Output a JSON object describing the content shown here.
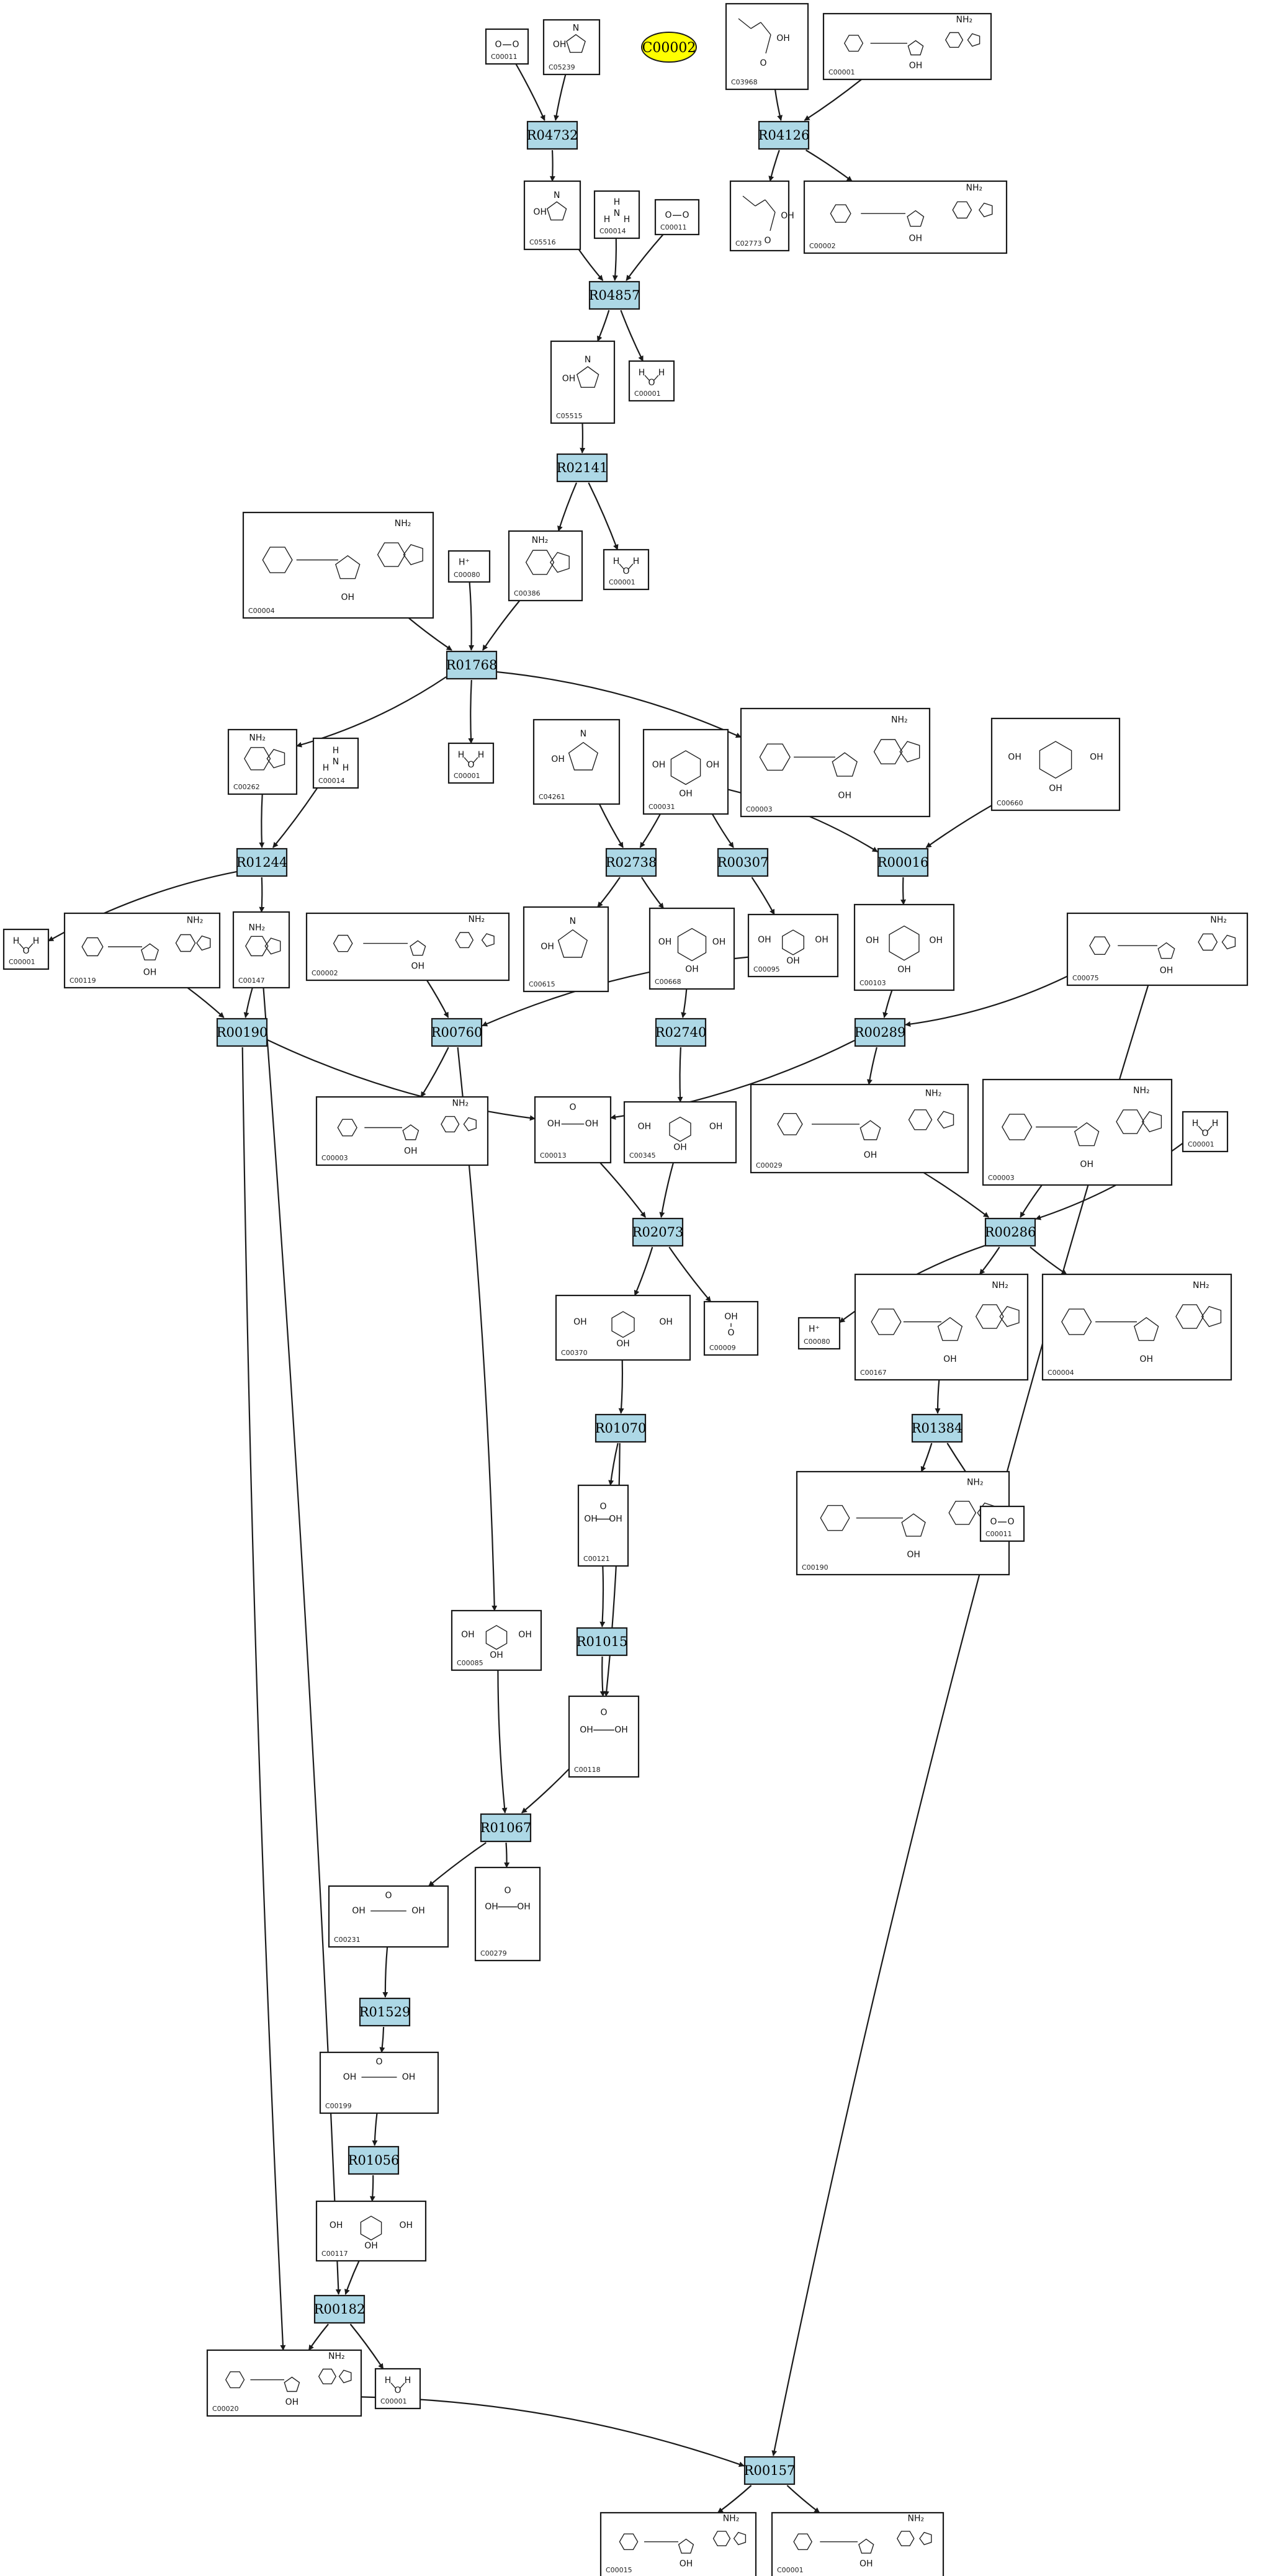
{
  "highlight": {
    "label": "C00002",
    "color": "#ffff00"
  },
  "colors": {
    "reaction_fill": "#add8e6",
    "edge": "#1a1a1a"
  },
  "reactions": [
    "R04732",
    "R04126",
    "R04857",
    "R02141",
    "R01768",
    "R01244",
    "R02738",
    "R00307",
    "R00016",
    "R00190",
    "R00760",
    "R02740",
    "R00289",
    "R02073",
    "R00286",
    "R01070",
    "R01384",
    "R01015",
    "R01067",
    "R01529",
    "R01056",
    "R00182",
    "R00157"
  ],
  "compounds": {
    "c011a": "C00011",
    "c05239": "C05239",
    "c03968": "C03968",
    "c001top": "C00001",
    "c05516": "C05516",
    "c00014a": "C00014",
    "c011b": "C00011",
    "c02773": "C02773",
    "c002a": "C00002",
    "c05515": "C05515",
    "c001b": "C00001",
    "c00004a": "C00004",
    "c080a": "C00080",
    "c00386": "C00386",
    "c001c": "C00001",
    "c00262": "C00262",
    "c00014b": "C00014",
    "c001d": "C00001",
    "c04261": "C04261",
    "c00031": "C00031",
    "c00003a": "C00003",
    "c00660": "C00660",
    "c001e": "C00001",
    "c00119": "C00119",
    "c00147": "C00147",
    "c002b": "C00002",
    "c00615": "C00615",
    "c00668": "C00668",
    "c00095": "C00095",
    "c00103": "C00103",
    "c00075": "C00075",
    "c00003b": "C00003",
    "c00013": "C00013",
    "c00345": "C00345",
    "c00029": "C00029",
    "c00003c": "C00003",
    "c001f": "C00001",
    "c00370": "C00370",
    "c00009": "C00009",
    "c080b": "C00080",
    "c00167": "C00167",
    "c00004b": "C00004",
    "c00121": "C00121",
    "c00190": "C00190",
    "c011c": "C00011",
    "c00085": "C00085",
    "c00118": "C00118",
    "c00231": "C00231",
    "c00279": "C00279",
    "c00199": "C00199",
    "c00117": "C00117",
    "c00020": "C00020",
    "c001g": "C00001",
    "c00015": "C00015",
    "c00001z": "C00001"
  },
  "symbols": {
    "h_plus": "H⁺",
    "nh3_n": "N",
    "h": "H",
    "o": "O",
    "oh": "OH",
    "nh2": "NH₂",
    "n": "N"
  }
}
